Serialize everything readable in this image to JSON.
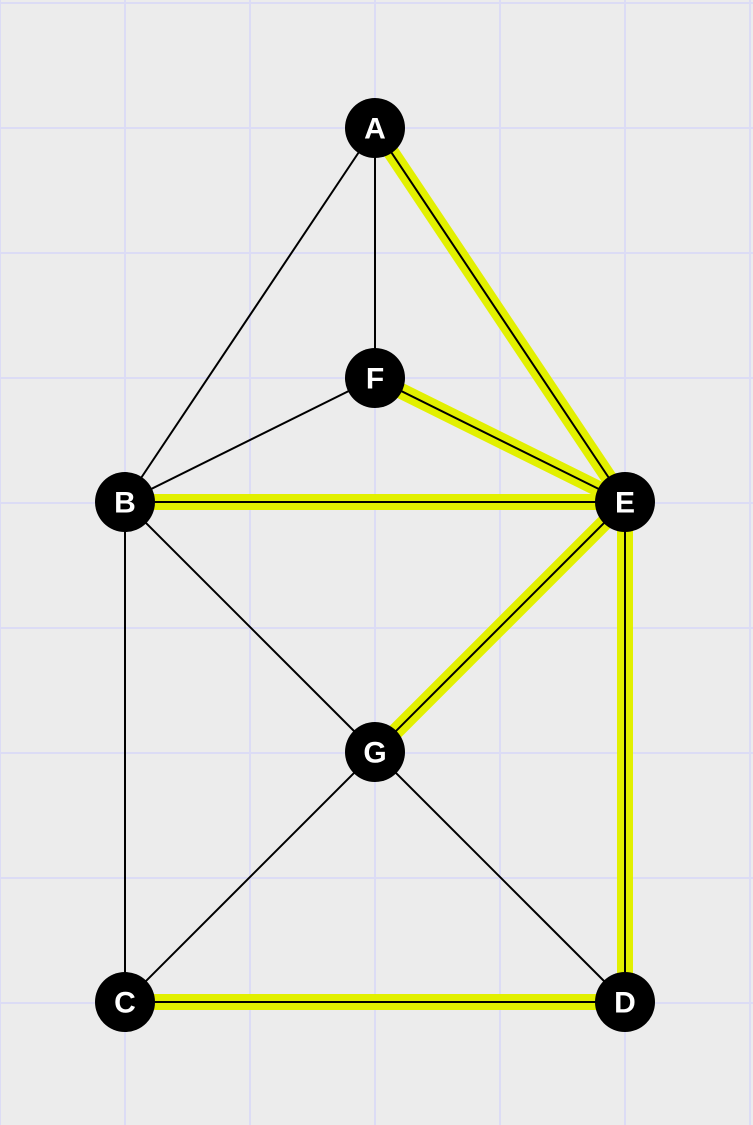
{
  "diagram": {
    "type": "graph",
    "grid": true,
    "colors": {
      "background": "#ececec",
      "grid": "#dcdcf5",
      "edge": "#000000",
      "highlight": "#e2f000",
      "node": "#000000",
      "node_label": "#ffffff"
    },
    "nodes": [
      {
        "id": "A",
        "label": "A"
      },
      {
        "id": "F",
        "label": "F"
      },
      {
        "id": "B",
        "label": "B"
      },
      {
        "id": "E",
        "label": "E"
      },
      {
        "id": "G",
        "label": "G"
      },
      {
        "id": "C",
        "label": "C"
      },
      {
        "id": "D",
        "label": "D"
      }
    ],
    "edges": [
      {
        "from": "A",
        "to": "B",
        "highlighted": false
      },
      {
        "from": "A",
        "to": "F",
        "highlighted": false
      },
      {
        "from": "A",
        "to": "E",
        "highlighted": true
      },
      {
        "from": "F",
        "to": "B",
        "highlighted": false
      },
      {
        "from": "F",
        "to": "E",
        "highlighted": true
      },
      {
        "from": "B",
        "to": "E",
        "highlighted": true
      },
      {
        "from": "B",
        "to": "G",
        "highlighted": false
      },
      {
        "from": "B",
        "to": "C",
        "highlighted": false
      },
      {
        "from": "E",
        "to": "G",
        "highlighted": true
      },
      {
        "from": "E",
        "to": "D",
        "highlighted": true
      },
      {
        "from": "G",
        "to": "C",
        "highlighted": false
      },
      {
        "from": "G",
        "to": "D",
        "highlighted": false
      },
      {
        "from": "C",
        "to": "D",
        "highlighted": true
      }
    ]
  }
}
